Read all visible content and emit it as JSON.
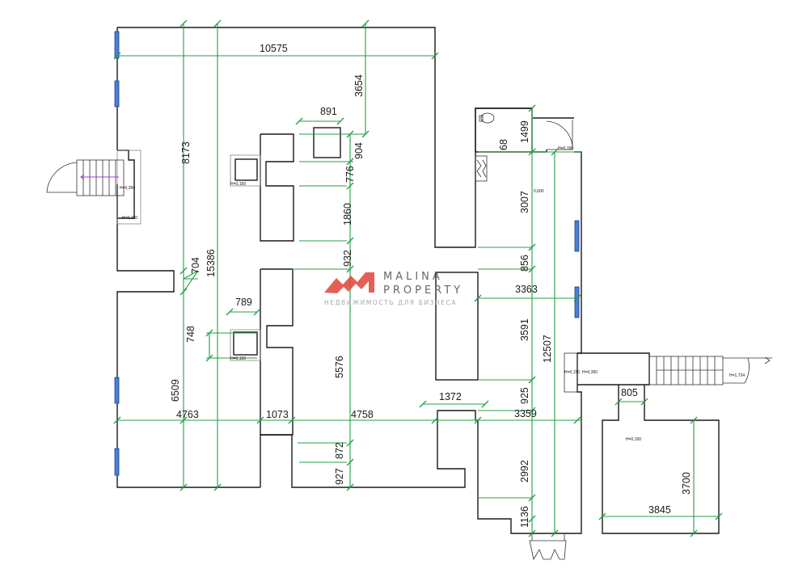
{
  "logo": {
    "line1": "MALINA",
    "line2": "PROPERTY",
    "tagline": "НЕДВИЖИМОСТЬ ДЛЯ БИЗНЕСА",
    "color": "#e0443c"
  },
  "dimensions": {
    "d10575": "10575",
    "d3654": "3654",
    "d891": "891",
    "d904": "904",
    "d8173": "8173",
    "d776": "776",
    "d1860": "1860",
    "d932": "932",
    "d704": "704",
    "d15386": "15386",
    "d789": "789",
    "d748": "748",
    "d5576": "5576",
    "d6509": "6509",
    "d4763": "4763",
    "d1073": "1073",
    "d4758": "4758",
    "d872": "872",
    "d927": "927",
    "d1372": "1372",
    "d1499": "1499",
    "d68": "68",
    "d3007": "3007",
    "d856": "856",
    "d3363": "3363",
    "d3591": "3591",
    "d12507": "12507",
    "d925": "925",
    "d3359": "3359",
    "d2992": "2992",
    "d1136": "1136",
    "d805": "805",
    "d3700": "3700",
    "d3845": "3845"
  },
  "levels": {
    "l_stair_left": "H=0,350",
    "l_stair_left_low": "H=0,150",
    "l_col_top": "H=0,150",
    "l_col_bottom": "H=0,150",
    "l_wc": "H=0,150",
    "l_zero": "0,000",
    "l_corr_a": "H=0,150",
    "l_corr_b": "H=0,350",
    "l_stair_right": "H=1,724",
    "l_room_right": "H=0,150"
  },
  "colors": {
    "dimension": "#21a045",
    "wall": "#1a1a1a",
    "window": "#4a7fd4"
  }
}
